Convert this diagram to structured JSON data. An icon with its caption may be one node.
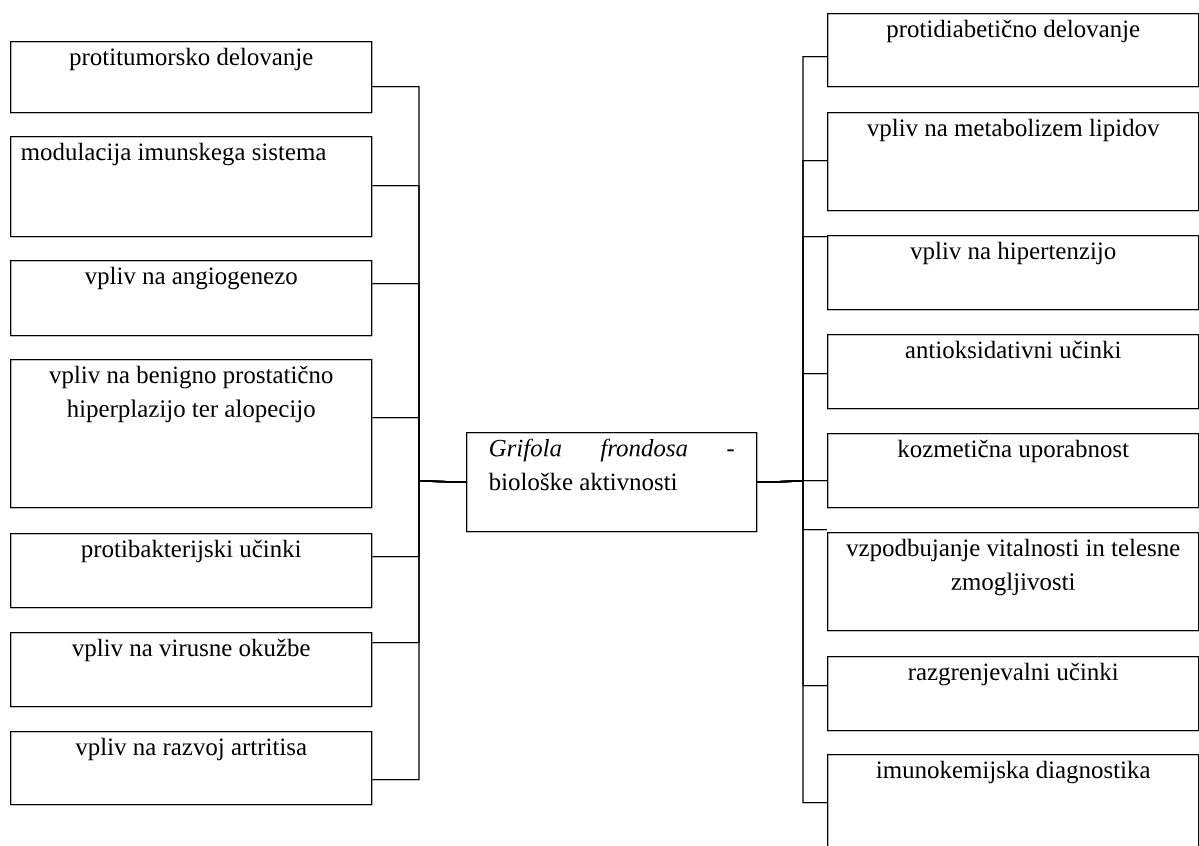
{
  "diagram": {
    "nodes": [
      {
        "text": [
          "*Grifola frondosa* - biološke aktivnosti"
        ]
      },
      {
        "text": [
          "protitumorsko delovanje"
        ]
      },
      {
        "text": [
          "modulacija imunskega sistema"
        ]
      },
      {
        "text": [
          "vpliv na angiogenezo"
        ]
      },
      {
        "text": [
          "vpliv na benigno prostatično hiperplazijo ter alopecijo"
        ]
      },
      {
        "text": [
          "protibakterijski učinki"
        ]
      },
      {
        "text": [
          "vpliv na virusne okužbe"
        ]
      },
      {
        "text": [
          "vpliv na razvoj artritisa"
        ]
      },
      {
        "text": [
          "protidiabetično delovanje"
        ]
      },
      {
        "text": [
          "vpliv na metabolizem lipidov"
        ]
      },
      {
        "text": [
          "vpliv na hipertenzijo"
        ]
      },
      {
        "text": [
          "antioksidativni učinki"
        ]
      },
      {
        "text": [
          "kozmetična uporabnost"
        ]
      },
      {
        "text": [
          "vzpodbujanje vitalnosti in telesne zmogljivosti"
        ]
      },
      {
        "text": [
          "razgrenjevalni učinki"
        ]
      },
      {
        "text": [
          "imunokemijska diagnostika"
        ]
      }
    ],
    "edges": [
      {
        "from": 0,
        "to": 1,
        "arrow": "none"
      },
      {
        "from": 0,
        "to": 2,
        "arrow": "none"
      },
      {
        "from": 0,
        "to": 3,
        "arrow": "none"
      },
      {
        "from": 0,
        "to": 4,
        "arrow": "none"
      },
      {
        "from": 0,
        "to": 5,
        "arrow": "none"
      },
      {
        "from": 0,
        "to": 6,
        "arrow": "none"
      },
      {
        "from": 0,
        "to": 7,
        "arrow": "none"
      },
      {
        "from": 0,
        "to": 8,
        "arrow": "none"
      },
      {
        "from": 0,
        "to": 9,
        "arrow": "none"
      },
      {
        "from": 0,
        "to": 10,
        "arrow": "none"
      },
      {
        "from": 0,
        "to": 11,
        "arrow": "none"
      },
      {
        "from": 0,
        "to": 12,
        "arrow": "none"
      },
      {
        "from": 0,
        "to": 13,
        "arrow": "none"
      },
      {
        "from": 0,
        "to": 14,
        "arrow": "none"
      },
      {
        "from": 0,
        "to": 15,
        "arrow": "none"
      }
    ]
  }
}
